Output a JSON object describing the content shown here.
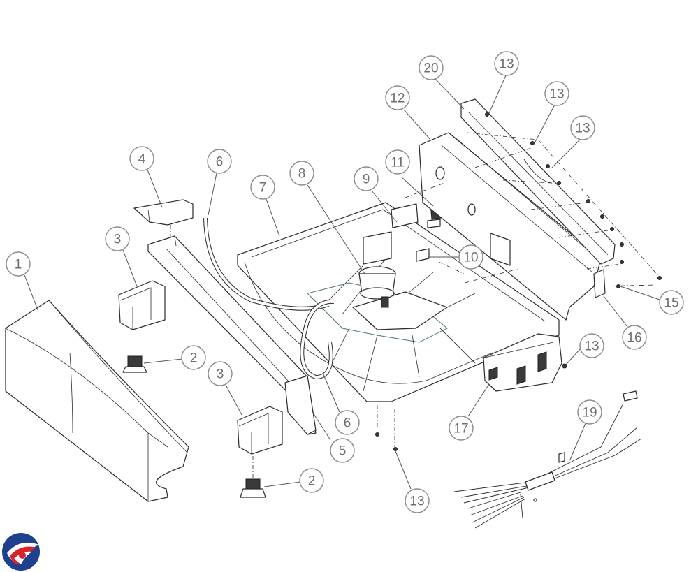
{
  "diagram": {
    "callouts": [
      {
        "id": "c1",
        "label": "1"
      },
      {
        "id": "c2a",
        "label": "2"
      },
      {
        "id": "c2b",
        "label": "2"
      },
      {
        "id": "c3a",
        "label": "3"
      },
      {
        "id": "c3b",
        "label": "3"
      },
      {
        "id": "c4",
        "label": "4"
      },
      {
        "id": "c5",
        "label": "5"
      },
      {
        "id": "c6a",
        "label": "6"
      },
      {
        "id": "c6b",
        "label": "6"
      },
      {
        "id": "c7",
        "label": "7"
      },
      {
        "id": "c8",
        "label": "8"
      },
      {
        "id": "c9",
        "label": "9"
      },
      {
        "id": "c10",
        "label": "10"
      },
      {
        "id": "c11",
        "label": "11"
      },
      {
        "id": "c12",
        "label": "12"
      },
      {
        "id": "c13a",
        "label": "13"
      },
      {
        "id": "c13b",
        "label": "13"
      },
      {
        "id": "c13c",
        "label": "13"
      },
      {
        "id": "c13d",
        "label": "13"
      },
      {
        "id": "c13e",
        "label": "13"
      },
      {
        "id": "c15",
        "label": "15"
      },
      {
        "id": "c16",
        "label": "16"
      },
      {
        "id": "c17",
        "label": "17"
      },
      {
        "id": "c19",
        "label": "19"
      },
      {
        "id": "c20",
        "label": "20"
      }
    ]
  },
  "colors": {
    "callout_stroke": "#8a8a8a",
    "callout_text": "#6e6e6e",
    "logo_red": "#d8232a",
    "logo_blue": "#1f3f8f"
  }
}
